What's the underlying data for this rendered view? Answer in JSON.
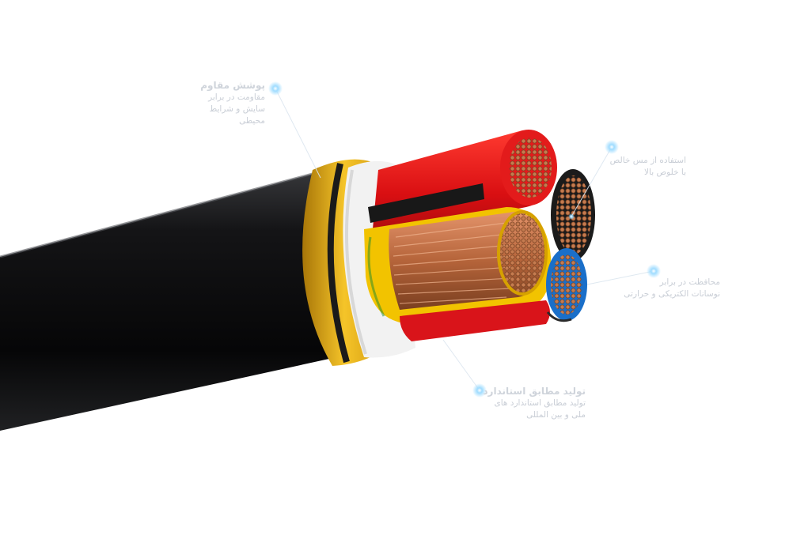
{
  "callouts": {
    "top_left": {
      "title": "پوشش مقاوم",
      "lines": [
        "مقاومت در برابر",
        "سایش و شرایط",
        "محیطی"
      ]
    },
    "top_right": {
      "title": "",
      "lines": [
        "استفاده از مس خالص",
        "با خلوص بالا"
      ]
    },
    "middle_right": {
      "title": "",
      "lines": [
        "محافظت در برابر",
        "نوسانات الکتریکی و حرارتی"
      ]
    },
    "bottom": {
      "title": "تولید مطابق استاندارد",
      "lines": [
        "تولید مطابق استاندارد های",
        "ملی و بین المللی"
      ]
    }
  },
  "colors": {
    "jacket": "#0d0d0e",
    "tape": "#e0a80c",
    "bedding": "#f3f3f3",
    "red_core": "#e01818",
    "yellow_core": "#f2c300",
    "blue_core": "#1a6fc9",
    "copper": "#b86a3c",
    "callout_dot": "#8fd3ff"
  }
}
